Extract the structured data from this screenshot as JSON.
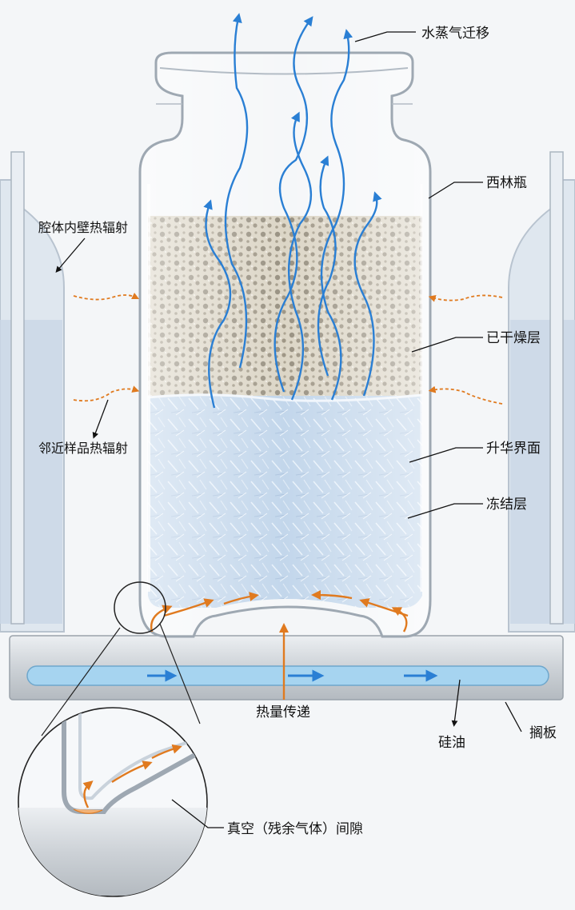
{
  "labels": {
    "vapor_migration": "水蒸气迁移",
    "vial": "西林瓶",
    "chamber_wall_radiation": "腔体内壁热辐射",
    "dried_layer": "已干燥层",
    "adjacent_sample_radiation": "邻近样品热辐射",
    "sublimation_interface": "升华界面",
    "frozen_layer": "冻结层",
    "heat_transfer": "热量传递",
    "silicone_oil": "硅油",
    "shelf": "搁板",
    "vacuum_gap": "真空（残余气体）间隙"
  },
  "colors": {
    "vapor_arrow": "#2a7fd4",
    "heat_arrow": "#e07a1f",
    "dried_cake": "#d9d2c2",
    "frozen_ice": "#b9cfe6",
    "shelf_metal": "#c9ced3",
    "oil_channel": "#9fd0ee"
  }
}
